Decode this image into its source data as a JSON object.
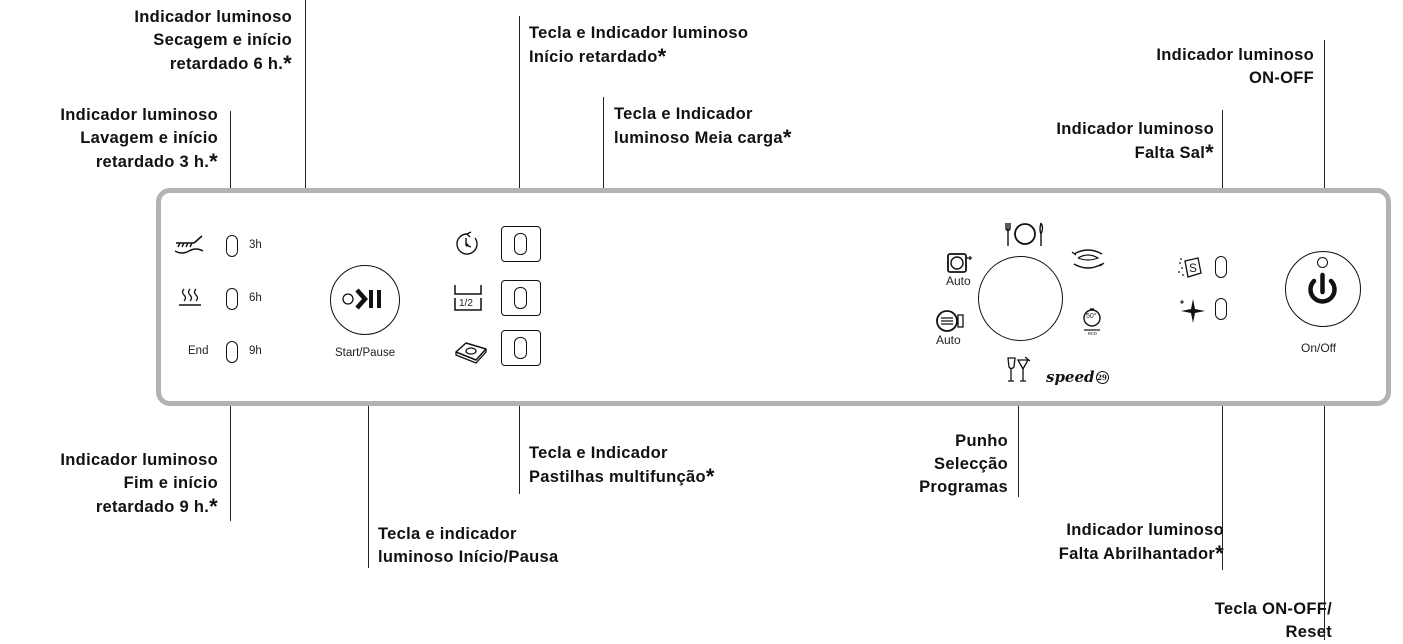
{
  "callouts": {
    "drying_6h": {
      "line1": "Indicador luminoso",
      "line2": "Secagem e início",
      "line3": "retardado 6 h.",
      "asterisk": "*"
    },
    "wash_3h": {
      "line1": "Indicador luminoso",
      "line2": "Lavagem e início",
      "line3": "retardado 3 h.",
      "asterisk": "*"
    },
    "end_9h": {
      "line1": "Indicador luminoso",
      "line2": "Fim e início",
      "line3": "retardado 9 h.",
      "asterisk": "*"
    },
    "start_pause": {
      "line1": "Tecla e indicador",
      "line2": "luminoso Início/Pausa"
    },
    "delayed_start": {
      "line1": "Tecla e Indicador luminoso",
      "line2": "Início retardado",
      "asterisk": "*"
    },
    "half_load": {
      "line1": "Tecla e Indicador",
      "line2": "luminoso Meia carga",
      "asterisk": "*"
    },
    "multi_tablets": {
      "line1": "Tecla e Indicador",
      "line2": "Pastilhas multifunção",
      "asterisk": "*"
    },
    "program_knob": {
      "line1": "Punho",
      "line2": "Selecção",
      "line3": "Programas"
    },
    "salt": {
      "line1": "Indicador luminoso",
      "line2": "Falta Sal",
      "asterisk": "*"
    },
    "rinse_aid": {
      "line1": "Indicador luminoso",
      "line2": "Falta Abrilhantador",
      "asterisk": "*"
    },
    "on_off_indicator": {
      "line1": "Indicador luminoso",
      "line2": "ON-OFF"
    },
    "on_off_key": {
      "line1": "Tecla ON-OFF/",
      "line2": "Reset"
    }
  },
  "panel": {
    "led_3h": "3h",
    "led_6h": "6h",
    "led_9h": "9h",
    "end_label": "End",
    "start_pause_label": "Start/Pause",
    "half_label": "1/2",
    "auto_label_1": "Auto",
    "auto_label_2": "Auto",
    "eco_label": "50°",
    "eco_sub": "eco",
    "speed_label": "speed",
    "speed_num": "29",
    "salt_symbol": "S",
    "on_off_label": "On/Off"
  },
  "icons": [
    "wash-icon",
    "drying-icon",
    "play-pause-icon",
    "delay-clock-icon",
    "half-load-icon",
    "tablet-icon",
    "cutlery-plate-icon",
    "auto-pot-icon",
    "auto-casserole-icon",
    "mixed-wash-icon",
    "eco-icon",
    "glass-icon",
    "speed-icon",
    "salt-icon",
    "rinse-aid-icon",
    "power-icon"
  ]
}
